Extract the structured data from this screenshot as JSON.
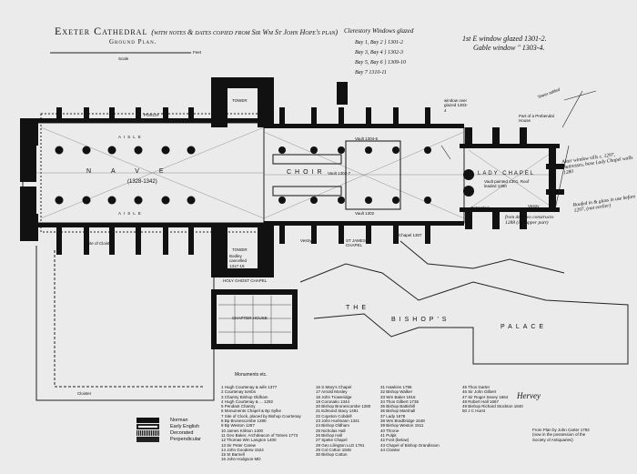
{
  "header": {
    "title": "Exeter Cathedral",
    "title_note": "(with notes & dates copied from Sir Wm St John Hope's plan)",
    "subtitle": "Ground Plan.",
    "scale_label": "Feet",
    "scale_sub": "Scale"
  },
  "clerestory": {
    "heading": "Clerestory Windows glazed",
    "rows": [
      "Bay 1, Bay 2 } 1301-2",
      "Bay 3, Bay 4 } 1302-3",
      "Bay 5, Bay 6 } 1309-10",
      "Bay 7   1310-11"
    ]
  },
  "east_window": {
    "line1": "1st E window glazed  1301-2.",
    "line2": "Gable window  \"   1303-4."
  },
  "plan_labels": {
    "nave": "NAVE",
    "nave_date": "(1328-1342)",
    "aisle_n": "AISLE",
    "aisle_s": "AISLE",
    "porch": "PORCH",
    "tower_n": "TOWER",
    "tower_s": "TOWER",
    "tower_s_note": "Bodley cancelled 1317-19",
    "choir": "CHOIR",
    "choir_vault": "Vault 1302-7",
    "vault_n": "Vault 1304-6",
    "vault_s": "Vault 1302",
    "lady_chapel": "LADY CHAPEL",
    "lady_vault": "Vault painted 1301, Roof leaded 1300",
    "st_james": "ST JAMES CHAPEL",
    "holy_ghost": "HOLY GHOST CHAPEL",
    "chapter_house": "CHAPTER HOUSE",
    "site_of_cloister": "Site of Cloister",
    "cloister": "Cloister",
    "the": "THE",
    "bishops": "BISHOP'S",
    "palace": "PALACE",
    "retrochoir": "Retrochoir",
    "vestry": "Vestry",
    "vestry_s": "Vestry",
    "window_glazed": "window over glazed 1303-4",
    "tower_added": "Tower added",
    "prec_house": "Part of a Prebendal House",
    "lady_note": "Altar window sills c. 1297, Buttresses, base Lady Chapel walls 1280",
    "roofed_note": "Roofed in & glass in use before 1297, (not earlier)",
    "de_novo": "from de novo constructo 1288 (i.e. upper part)",
    "holy_ghost_note": "Chapel 1307"
  },
  "monuments": {
    "heading": "Monuments etc.",
    "col1": [
      "1 Hugh Courtenay & wife 1377",
      "2 Courtenay tombs",
      "3 Chantry Bishop Oldham",
      "4 Hugh Courtenay & ... 1292",
      "5 Pendant Chantry",
      "6 Monuments Chapel & Bp Sylke",
      "7 Site of Clock, placed by Bishop Courtenay",
      "8 Bp Bronescombe 1280",
      "9 Bp Weston 1287",
      "10 James Kirkton 1400",
      "11 Geo Baker, Archdeacon of Totnes 1773",
      "12 Thomas Wm Langton 1400",
      "13 Sir Peter Carew",
      "14 John Gooderw 1524",
      "15 St Barnell",
      "16 John Hodgson MD"
    ],
    "col2": [
      "16 S Mary's Chapel",
      "17 Arnold Mosley",
      "18 John Troweridge",
      "19 Coronatio 1344",
      "20 Bishop Bronescombe 1280",
      "21 Edmund Stacy 1491",
      "22 Copston Cobdell",
      "23 John Hurlmann 1341",
      "24 Bishop Oldham",
      "25 Nicholas Hall",
      "26 Bishop Hall",
      "27 Speke Chapel",
      "28 Geo Lilington LLD 1761",
      "29 Col Cotton 1848",
      "30 Bishop Cotton"
    ],
    "col3": [
      "31 Hawkins 1796",
      "32 Bishop Walker",
      "33 Wm Baker 1816",
      "34 Thos Gilbert 1735",
      "35 Bishop Battishill",
      "36 Bishop Marshall",
      "37 Lady 1678",
      "38 Wm Bradbridge 1648",
      "39 Bishop Weston 1511",
      "40 Throne",
      "41 Pulpit",
      "42 Font (below)",
      "43 Chapel of Bishop Grandisson",
      "44 Cloister"
    ],
    "col4": [
      "45 Thos Garter",
      "46 Sir John Gilbert",
      "47 Sir Roger Sexey 1664",
      "48 Robert Hall 1667",
      "49 Bishop Richard Stockton 1840",
      "50 J C Hurst"
    ]
  },
  "signature": "Hervey",
  "source_note": "From Plan by John Carter 1792 (now in the possession of the Society of Antiquaries)",
  "legend": {
    "items": [
      {
        "label": "Norman",
        "color": "#111111"
      },
      {
        "label": "Early English",
        "color": "#333333"
      },
      {
        "label": "Decorated",
        "color": "#777777"
      },
      {
        "label": "Perpendicular",
        "color": "#222222"
      }
    ]
  }
}
